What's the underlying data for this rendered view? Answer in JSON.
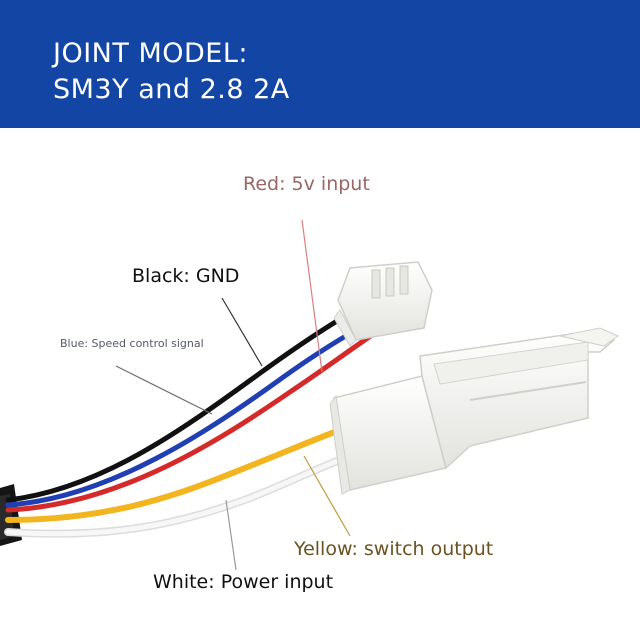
{
  "banner": {
    "title_line_1": "JOINT MODEL:",
    "title_line_2": "SM3Y and 2.8 2A",
    "background_color": "#1346a4"
  },
  "labels": {
    "red": "Red: 5v input",
    "black": "Black: GND",
    "blue": "Blue: Speed control signal",
    "yellow": "Yellow: switch output",
    "white": "White: Power input"
  },
  "colors": {
    "red_label": "#9a6666",
    "black_label": "#111111",
    "blue_label": "#555a66",
    "yellow_label": "#6b5320",
    "white_label": "#111111",
    "wire_red": "#d42a2a",
    "wire_black": "#111111",
    "wire_blue": "#1f3fb3",
    "wire_yellow": "#f2b51f",
    "wire_white": "#f4f4f4",
    "connector": "#f6f6f4"
  }
}
